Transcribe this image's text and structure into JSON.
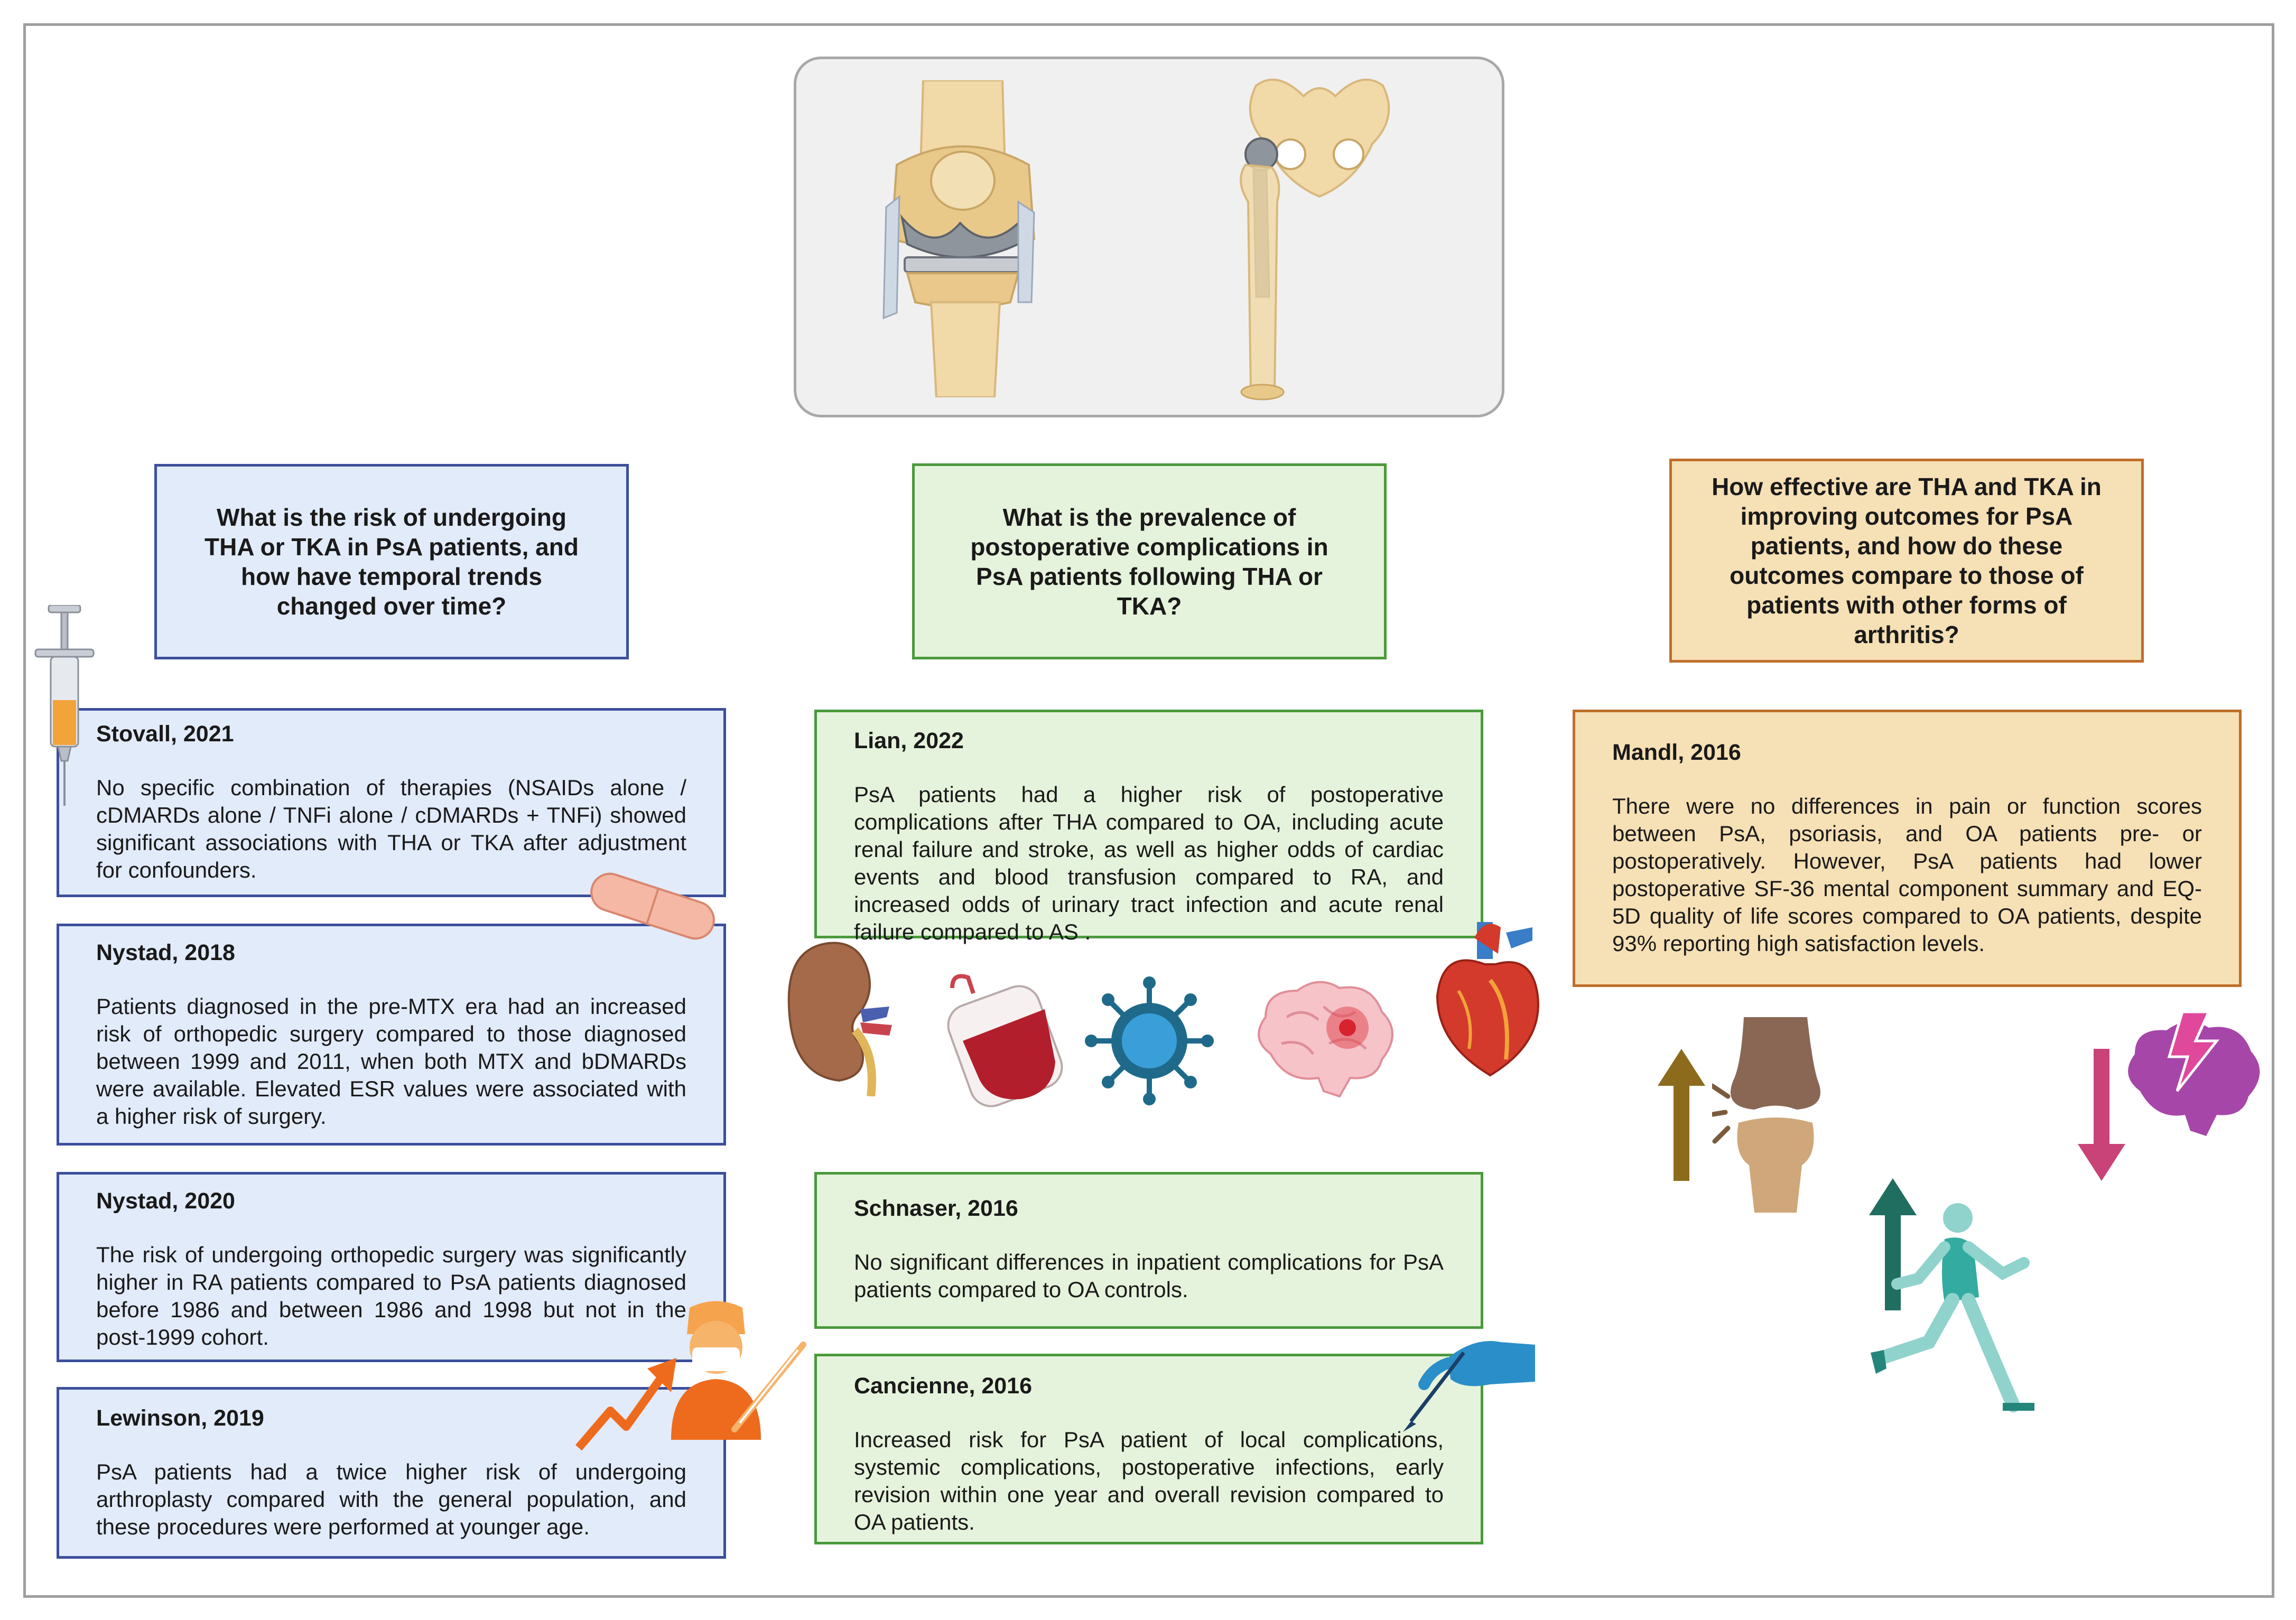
{
  "columns": {
    "left": {
      "question": "What is the risk of undergoing THA or TKA in PsA patients, and how have temporal trends changed over time?",
      "studies": [
        {
          "title": "Stovall, 2021",
          "text": "No specific combination of therapies (NSAIDs alone / cDMARDs alone / TNFi alone / cDMARDs + TNFi) showed significant associations with THA or TKA after adjustment for confounders."
        },
        {
          "title": "Nystad, 2018",
          "text": "Patients diagnosed in the pre-MTX era had an increased risk of orthopedic surgery compared to those diagnosed between 1999 and 2011, when both MTX and bDMARDs were available. Elevated ESR values were associated with a higher risk of surgery."
        },
        {
          "title": "Nystad, 2020",
          "text": "The risk of undergoing orthopedic surgery was significantly higher in RA patients compared to PsA patients diagnosed before 1986 and between 1986 and 1998 but not in the post-1999 cohort."
        },
        {
          "title": "Lewinson, 2019",
          "text": "PsA patients had a twice higher risk of undergoing arthroplasty compared with the general population, and these procedures were performed at younger age."
        }
      ]
    },
    "middle": {
      "question": "What is the prevalence of postoperative complications in PsA patients following THA or TKA?",
      "studies": [
        {
          "title": "Lian, 2022",
          "text": "PsA patients had a higher risk of postoperative complications after THA compared to OA, including acute renal failure and stroke, as well as higher odds of cardiac events and blood transfusion compared to RA, and increased odds of urinary tract infection and acute renal failure compared to AS ."
        },
        {
          "title": "Schnaser,  2016",
          "text": "No significant differences in inpatient complications for PsA patients compared to OA controls."
        },
        {
          "title": "Cancienne,  2016",
          "text": "Increased risk for PsA patient of local complications, systemic complications, postoperative infections, early revision within one year and overall revision compared to OA patients."
        }
      ]
    },
    "right": {
      "question": "How effective are THA and TKA in improving outcomes for PsA patients, and how do these outcomes compare to those of patients with other forms of arthritis?",
      "studies": [
        {
          "title": "Mandl, 2016",
          "text": "There were no differences in pain or function scores between PsA, psoriasis, and OA patients pre- or postoperatively. However, PsA patients had lower postoperative SF-36 mental component summary and EQ-5D quality of life scores compared to OA patients, despite 93% reporting high satisfaction levels."
        }
      ]
    }
  },
  "colors": {
    "blue_fill": "#e2ebfa",
    "blue_border": "#3b4f9c",
    "green_fill": "#e6f3dc",
    "green_border": "#4a9a3c",
    "orange_fill": "#f6e0b5",
    "orange_border": "#bf6e2a"
  },
  "icons": [
    "knee-implant-icon",
    "hip-implant-icon",
    "syringe-icon",
    "pill-icon",
    "surgeon-icon",
    "rising-trend-icon",
    "kidney-icon",
    "blood-bag-icon",
    "bacteria-icon",
    "brain-stroke-icon",
    "heart-icon",
    "scalpel-hand-icon",
    "up-arrow-icon",
    "knee-pain-icon",
    "down-arrow-icon",
    "brain-mental-icon",
    "runner-icon"
  ]
}
